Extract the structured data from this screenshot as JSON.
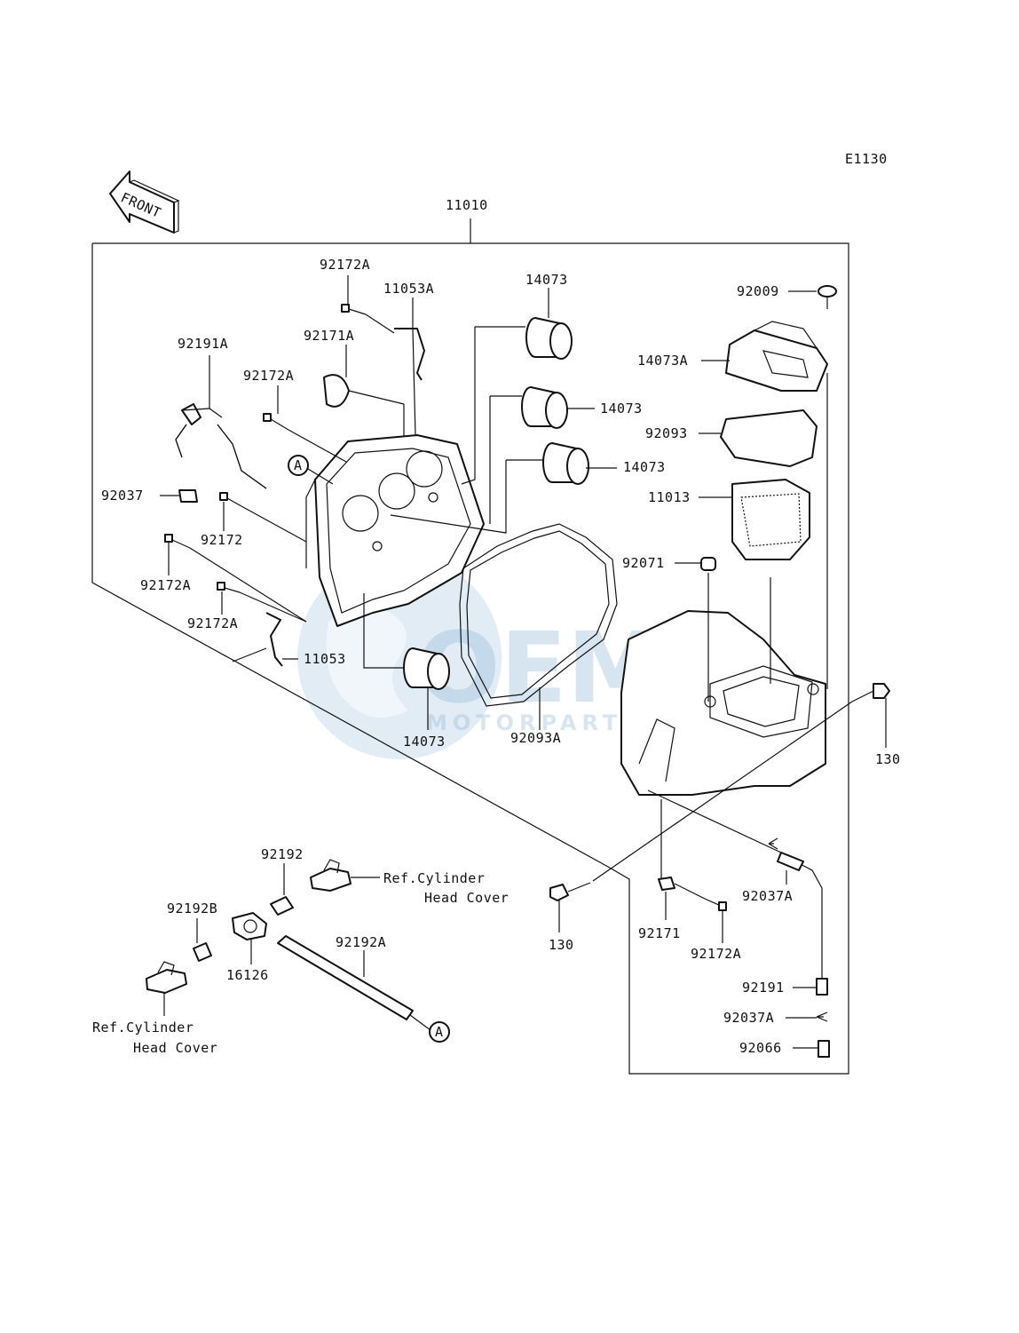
{
  "diagram_id": "E1130",
  "front_label": "FRONT",
  "assembly": "11010",
  "watermark": {
    "brand": "OEM",
    "sub": "MOTORPARTS"
  },
  "callout_marker": "A",
  "labels": {
    "p92172A_top": "92172A",
    "p11053A": "11053A",
    "p14073_a": "14073",
    "p92009": "92009",
    "p92191A": "92191A",
    "p92171A": "92171A",
    "p14073A": "14073A",
    "p92172A_b": "92172A",
    "p14073_b": "14073",
    "p92093": "92093",
    "p14073_c": "14073",
    "p92037": "92037",
    "p11013": "11013",
    "p92172": "92172",
    "p92071": "92071",
    "p92172A_c": "92172A",
    "p92172A_d": "92172A",
    "p11053": "11053",
    "p92093A": "92093A",
    "p14073_d": "14073",
    "p130_r": "130",
    "p92192": "92192",
    "ref_cyl_1": "Ref.Cylinder",
    "head_cover_1": "Head Cover",
    "p92037A_a": "92037A",
    "p92192B": "92192B",
    "p92171": "92171",
    "p130_b": "130",
    "p92172A_e": "92172A",
    "p16126": "16126",
    "p92192A": "92192A",
    "p92191": "92191",
    "p92037A_b": "92037A",
    "ref_cyl_2": "Ref.Cylinder",
    "head_cover_2": "Head Cover",
    "p92066": "92066"
  }
}
